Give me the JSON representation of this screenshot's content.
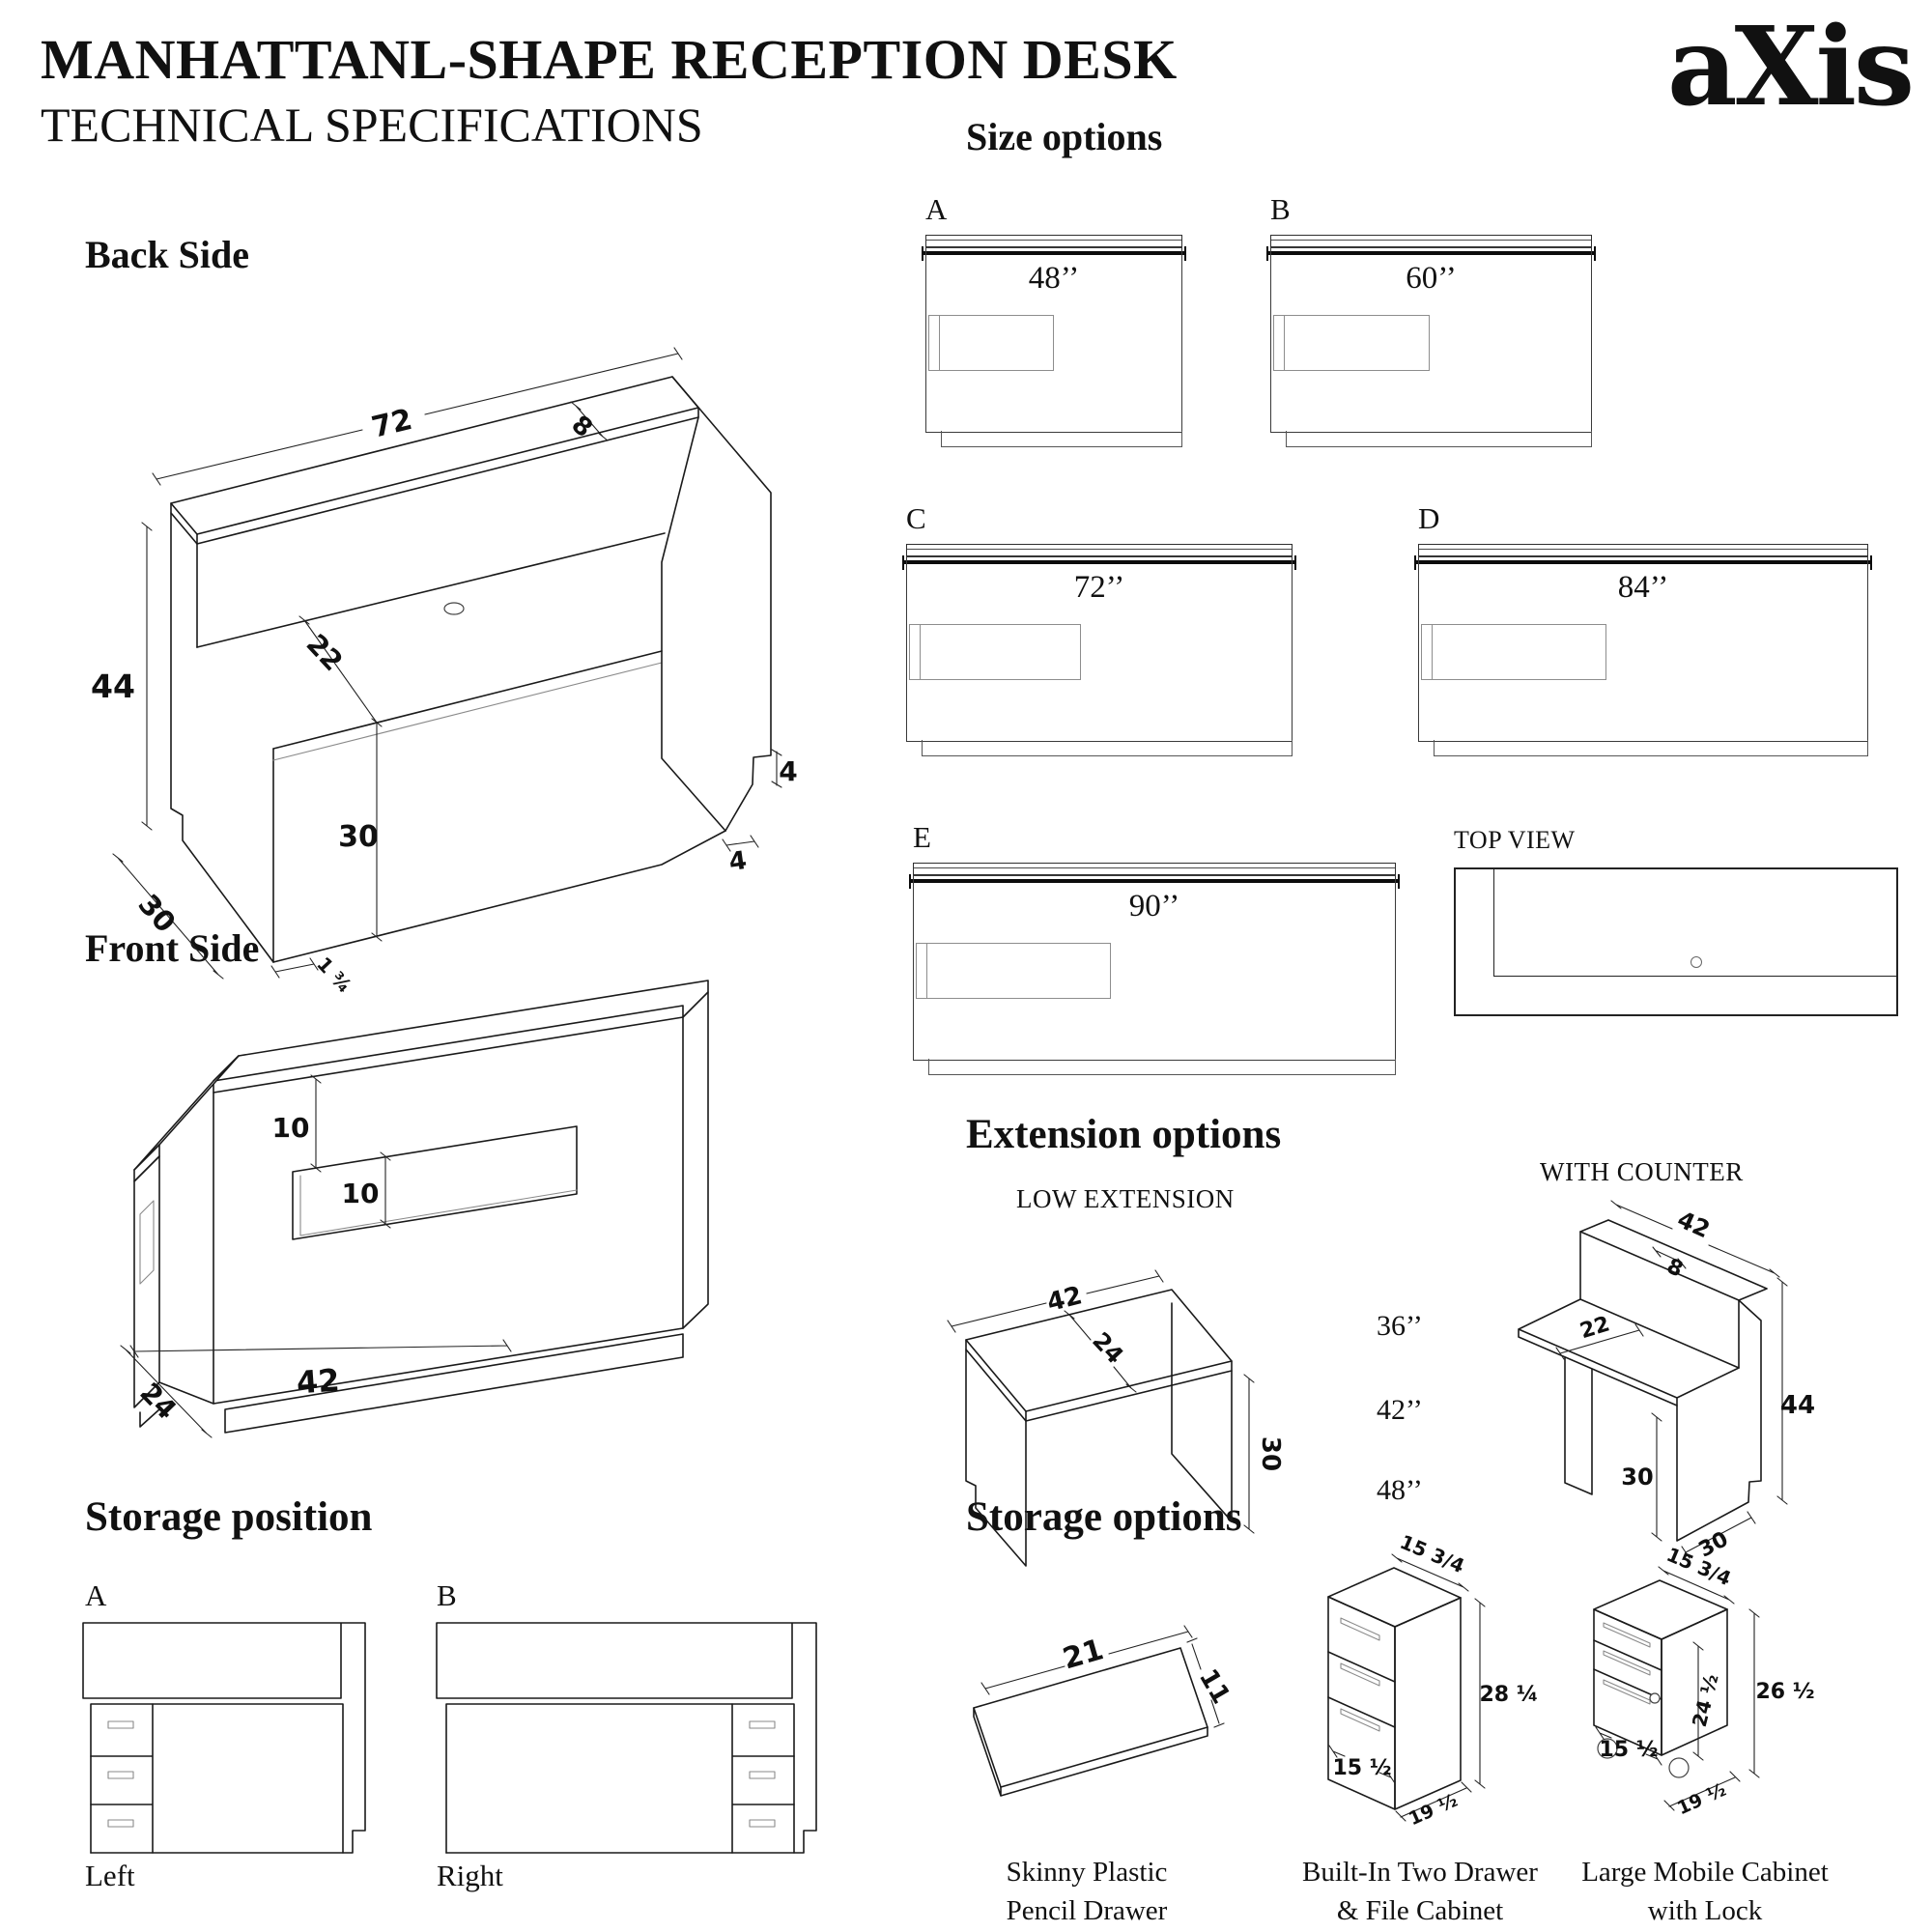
{
  "page": {
    "title": "MANHATTANL-SHAPE RECEPTION DESK",
    "subtitle": "TECHNICAL SPECIFICATIONS",
    "logo": "aXis"
  },
  "back_side": {
    "heading": "Back Side",
    "dim_length": "72",
    "dim_counter_depth": "8",
    "dim_height": "44",
    "dim_desk_depth": "22",
    "dim_desk_height": "30",
    "dim_depth": "30",
    "dim_kick": "1 ¾",
    "dim_notch_v": "4",
    "dim_notch_h": "4"
  },
  "front_side": {
    "heading": "Front Side",
    "dim_band": "10",
    "dim_window": "10",
    "dim_window_w": "42",
    "dim_wing": "24"
  },
  "size_options": {
    "heading": "Size options",
    "top_view": "TOP VIEW",
    "panels": [
      {
        "label": "A",
        "size": "48’’"
      },
      {
        "label": "B",
        "size": "60’’"
      },
      {
        "label": "C",
        "size": "72’’"
      },
      {
        "label": "D",
        "size": "84’’"
      },
      {
        "label": "E",
        "size": "90’’"
      }
    ]
  },
  "extension_options": {
    "heading": "Extension options",
    "low_label": "LOW EXTENSION",
    "with_label": "WITH COUNTER",
    "sizes": [
      "36’’",
      "42’’",
      "48’’"
    ],
    "low_dims": {
      "w": "42",
      "d": "24",
      "h": "30"
    },
    "counter_dims": {
      "w": "42",
      "cd": "8",
      "dd": "22",
      "h": "44",
      "dh": "30",
      "depth": "30"
    }
  },
  "storage_position": {
    "heading": "Storage position",
    "a_label": "A",
    "a_caption": "Left",
    "b_label": "B",
    "b_caption": "Right"
  },
  "storage_options": {
    "heading": "Storage options",
    "items": [
      {
        "line1": "Skinny Plastic",
        "line2": "Pencil Drawer",
        "dim_w": "21",
        "dim_d": "11"
      },
      {
        "line1": "Built-In Two Drawer",
        "line2": "& File Cabinet",
        "dim_top": "15 3/4",
        "dim_h": "28 ¼",
        "dim_w": "15 ½",
        "dim_d": "19 ½"
      },
      {
        "line1": "Large Mobile Cabinet",
        "line2": "with Lock",
        "dim_top": "15 3/4",
        "dim_inner": "24 ½",
        "dim_h": "26 ½",
        "dim_w": "15 ½",
        "dim_d": "19 ½"
      }
    ]
  }
}
